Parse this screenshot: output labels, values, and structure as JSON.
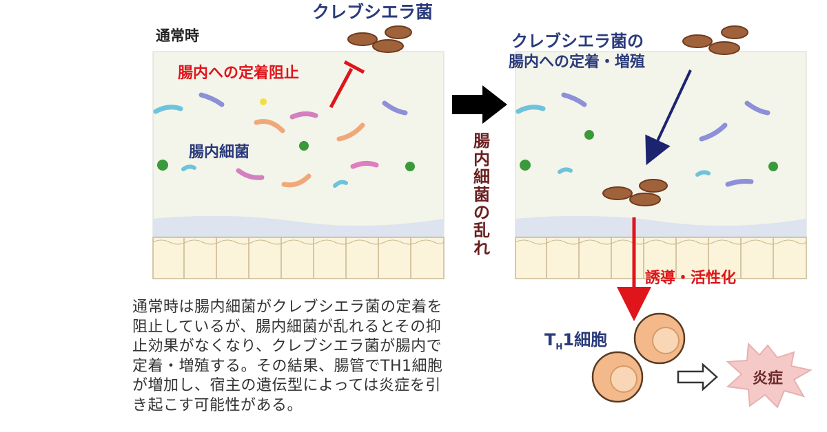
{
  "labels": {
    "klebsiella_top": "クレブシエラ菌",
    "normal_state": "通常時",
    "colonization_block": "腸内への定着阻止",
    "gut_bacteria": "腸内細菌",
    "klebsiella_right_line1": "クレブシエラ菌の",
    "klebsiella_right_line2": "腸内への定着・増殖",
    "dysbiosis_chars": [
      "腸",
      "内",
      "細",
      "菌",
      "の",
      "乱",
      "れ"
    ],
    "induction": "誘導・活性化",
    "th1_prefix": "T",
    "th1_sub": "H",
    "th1_suffix": "1細胞",
    "inflammation": "炎症"
  },
  "caption_lines": [
    "通常時は腸内細菌がクレブシエラ菌の定着を",
    "阻止しているが、腸内細菌が乱れるとその抑",
    "止効果がなくなり、クレブシエラ菌が腸内で",
    "定着・増殖する。その結果、腸管でTH1細胞",
    "が増加し、宿主の遺伝型によっては炎症を引",
    "き起こす可能性がある。"
  ],
  "colors": {
    "panel_bg": "#f3f4ea",
    "mucus": "#dde3ef",
    "cells": "#fbf3da",
    "klebsiella": "#a0623a",
    "th1_cell": "#f3b98a",
    "inflammation_star": "#f6c9c9"
  }
}
